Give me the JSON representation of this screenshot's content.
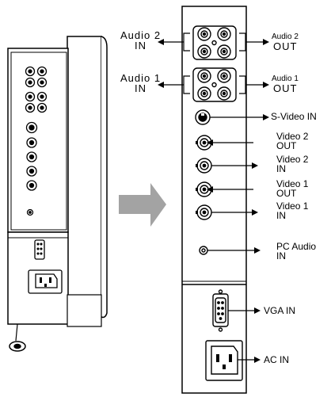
{
  "labels": {
    "audio2_in_top": "Audio  2",
    "audio2_in_bottom": "IN",
    "audio2_out_top": "Audio  2",
    "audio2_out_bottom": "OUT",
    "audio1_in_top": "Audio  1",
    "audio1_in_bottom": "IN",
    "audio1_out_top": "Audio 1",
    "audio1_out_bottom": "OUT",
    "svideo_in": "S-Video IN",
    "video2_out_top": "Video 2",
    "video2_out_bottom": "OUT",
    "video2_in_top": "Video 2",
    "video2_in_bottom": "IN",
    "video1_out_top": "Video 1",
    "video1_out_bottom": "OUT",
    "video1_in_top": "Video 1",
    "video1_in_bottom": "IN",
    "pc_audio_top": "PC Audio",
    "pc_audio_bottom": "IN",
    "vga_in": "VGA IN",
    "ac_in": "AC IN"
  },
  "colors": {
    "line": "#000000",
    "arrow": "#a3a3a3",
    "panel": "#ffffff"
  }
}
